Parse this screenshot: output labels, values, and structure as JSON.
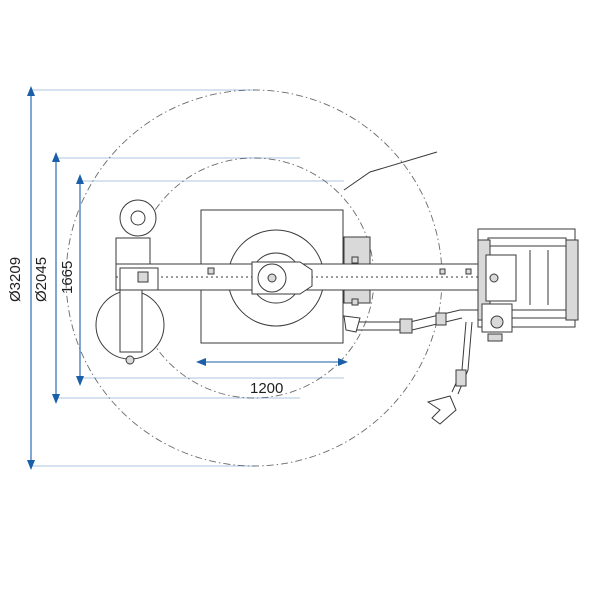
{
  "dimensions": {
    "outer_diameter_label": "Ø3209",
    "middle_diameter_label": "Ø2045",
    "inner_height_label": "1665",
    "table_width_label": "1200"
  },
  "colors": {
    "dimension": "#1a5fa8",
    "outline": "#3a3a3a",
    "part_fill": "#d9d9d9"
  }
}
